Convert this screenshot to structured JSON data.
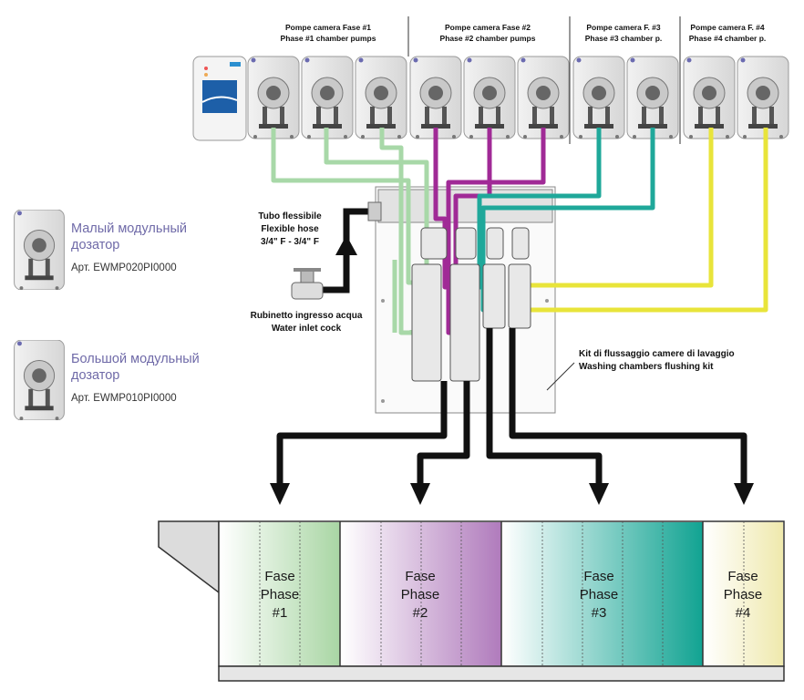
{
  "groups": [
    {
      "it": "Pompe camera Fase #1",
      "en": "Phase #1 chamber pumps"
    },
    {
      "it": "Pompe camera Fase #2",
      "en": "Phase #2 chamber pumps"
    },
    {
      "it": "Pompe camera F. #3",
      "en": "Phase #3 chamber p."
    },
    {
      "it": "Pompe camera F. #4",
      "en": "Phase #4 chamber p."
    }
  ],
  "hose": {
    "it": "Tubo flessibile",
    "en": "Flexible hose",
    "size": "3/4\" F -  3/4\" F"
  },
  "cock": {
    "it": "Rubinetto ingresso acqua",
    "en": "Water inlet cock"
  },
  "kit": {
    "it": "Kit di flussaggio camere di lavaggio",
    "en": "Washing chambers flushing kit"
  },
  "phases": [
    {
      "l1": "Fase",
      "l2": "Phase",
      "num": "#1"
    },
    {
      "l1": "Fase",
      "l2": "Phase",
      "num": "#2"
    },
    {
      "l1": "Fase",
      "l2": "Phase",
      "num": "#3"
    },
    {
      "l1": "Fase",
      "l2": "Phase",
      "num": "#4"
    }
  ],
  "legend": [
    {
      "name": "Малый модульный дозатор",
      "art": "Арт. EWMP020PI0000",
      "icon": "small-pump-icon"
    },
    {
      "name": "Большой модульный дозатор",
      "art": "Арт. EWMP010PI0000",
      "icon": "large-pump-icon"
    }
  ],
  "colors": {
    "phase1": "#a8d8a8",
    "phase2": "#a02a96",
    "phase3": "#1fa89a",
    "phase4": "#e8e43a",
    "legend_text": "#6f6aa8"
  }
}
